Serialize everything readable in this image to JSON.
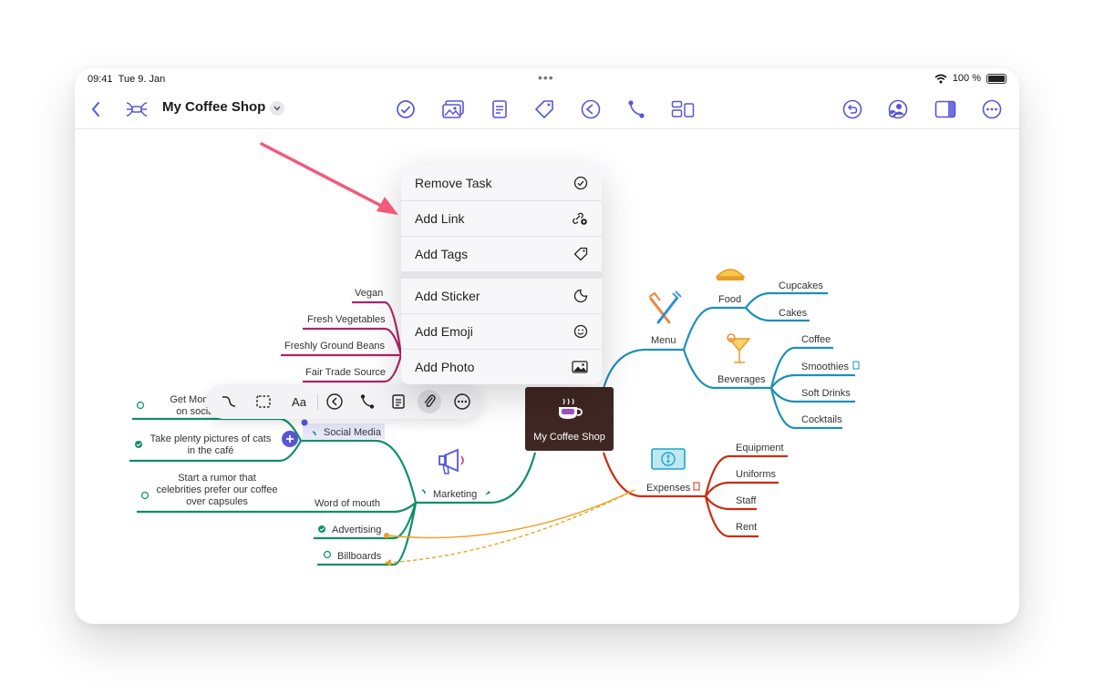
{
  "status_bar": {
    "time": "09:41",
    "date": "Tue 9. Jan",
    "battery": "100 %"
  },
  "toolbar": {
    "title": "My Coffee Shop"
  },
  "context_menu": {
    "items_top": [
      {
        "label": "Remove Task",
        "icon": "checkmark-circle-icon"
      },
      {
        "label": "Add Link",
        "icon": "link-plus-icon"
      },
      {
        "label": "Add Tags",
        "icon": "tag-icon"
      }
    ],
    "items_bottom": [
      {
        "label": "Add Sticker",
        "icon": "sticker-icon"
      },
      {
        "label": "Add Emoji",
        "icon": "smiley-icon"
      },
      {
        "label": "Add Photo",
        "icon": "photo-icon"
      }
    ]
  },
  "floating_toolbar": {
    "text_style_label": "Aa"
  },
  "mindmap": {
    "central": "My Coffee Shop",
    "menu": {
      "label": "Menu",
      "food": "Food",
      "food_items": [
        "Cupcakes",
        "Cakes"
      ],
      "beverages": "Beverages",
      "beverage_items": [
        "Coffee",
        "Smoothies",
        "Soft Drinks",
        "Cocktails"
      ]
    },
    "expenses": {
      "label": "Expenses",
      "items": [
        "Equipment",
        "Uniforms",
        "Staff",
        "Rent"
      ]
    },
    "marketing": {
      "label": "Marketing",
      "social_media": "Social Media",
      "word_of_mouth": "Word of mouth",
      "advertising": "Advertising",
      "billboards": "Billboards"
    },
    "social_tasks": [
      "Get Mom to",
      "on social",
      "Take plenty pictures of cats",
      "in the café"
    ],
    "rumor_task": [
      "Start a rumor that",
      "celebrities prefer our coffee",
      "over capsules"
    ],
    "sources": [
      "Vegan",
      "Fresh Vegetables",
      "Freshly Ground Beans",
      "Fair Trade Source"
    ]
  },
  "colors": {
    "accent": "#5856d6",
    "menu_branch": "#1d8fb8",
    "expenses_branch": "#cc2a10",
    "marketing_branch": "#0f8f6a",
    "source_branch": "#b0246a",
    "relation_line": "#f0a020",
    "annotation_arrow": "#f25a7a"
  }
}
